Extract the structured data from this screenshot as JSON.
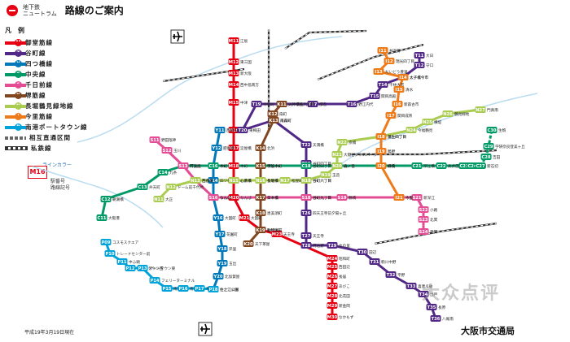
{
  "header": {
    "brand_line1": "地下鉄",
    "brand_line2": "ニュートラム",
    "title": "路線のご案内"
  },
  "legend": {
    "title": "凡　例",
    "items": [
      {
        "badge": "M",
        "name": "御堂筋線",
        "color": "#e60012"
      },
      {
        "badge": "T",
        "name": "谷町線",
        "color": "#522886"
      },
      {
        "badge": "Y",
        "name": "四つ橋線",
        "color": "#0078ba"
      },
      {
        "badge": "C",
        "name": "中央線",
        "color": "#019a66"
      },
      {
        "badge": "S",
        "name": "千日前線",
        "color": "#e44d93"
      },
      {
        "badge": "K",
        "name": "堺筋線",
        "color": "#814721"
      },
      {
        "badge": "N",
        "name": "長堀鶴見緑地線",
        "color": "#a9cc51"
      },
      {
        "badge": "I",
        "name": "今里筋線",
        "color": "#ee7b1a"
      },
      {
        "badge": "P",
        "name": "南港ポートタウン線",
        "color": "#00a3d9"
      },
      {
        "badge": "",
        "name": "相互直通区間",
        "color": "#666666"
      },
      {
        "badge": "",
        "name": "私鉄線",
        "color": "#333333"
      }
    ],
    "line_color_label": "ラインカラー",
    "sample_station_code": "M16",
    "sample_caption_1": "駅番号",
    "sample_caption_2": "路線記号"
  },
  "map": {
    "stations": [
      {
        "code": "M11",
        "name": "江坂"
      },
      {
        "code": "M12",
        "name": "東三国"
      },
      {
        "code": "M13",
        "name": "新大阪"
      },
      {
        "code": "M14",
        "name": "西中島南方"
      },
      {
        "code": "M15",
        "name": "中津"
      },
      {
        "code": "M16",
        "name": "梅田"
      },
      {
        "code": "M17",
        "name": "淀屋橋"
      },
      {
        "code": "M18",
        "name": "本町"
      },
      {
        "code": "M19",
        "name": "心斎橋"
      },
      {
        "code": "M20",
        "name": "なんば"
      },
      {
        "code": "M21",
        "name": "大国町"
      },
      {
        "code": "M22",
        "name": "動物園前"
      },
      {
        "code": "M23",
        "name": "天王寺"
      },
      {
        "code": "M24",
        "name": "昭和町"
      },
      {
        "code": "M25",
        "name": "西田辺"
      },
      {
        "code": "M26",
        "name": "長居"
      },
      {
        "code": "M27",
        "name": "あびこ"
      },
      {
        "code": "M28",
        "name": "北花田"
      },
      {
        "code": "M29",
        "name": "新金岡"
      },
      {
        "code": "M30",
        "name": "なかもず"
      },
      {
        "code": "T11",
        "name": "大日"
      },
      {
        "code": "T12",
        "name": "守口"
      },
      {
        "code": "T13",
        "name": "太子橋今市"
      },
      {
        "code": "T14",
        "name": "千林大宮"
      },
      {
        "code": "T15",
        "name": "関目高殿"
      },
      {
        "code": "T16",
        "name": "野江内代"
      },
      {
        "code": "T17",
        "name": "都島"
      },
      {
        "code": "T18",
        "name": "天神橋筋六丁目"
      },
      {
        "code": "T19",
        "name": "中崎町"
      },
      {
        "code": "T20",
        "name": "東梅田"
      },
      {
        "code": "T21",
        "name": "南森町"
      },
      {
        "code": "T22",
        "name": "天満橋"
      },
      {
        "code": "T23",
        "name": "谷町四丁目"
      },
      {
        "code": "T24",
        "name": "谷町六丁目"
      },
      {
        "code": "T25",
        "name": "谷町九丁目"
      },
      {
        "code": "T26",
        "name": "四天王寺前夕陽ヶ丘"
      },
      {
        "code": "T27",
        "name": "天王寺"
      },
      {
        "code": "T28",
        "name": "阿倍野"
      },
      {
        "code": "T29",
        "name": "文の里"
      },
      {
        "code": "T30",
        "name": "田辺"
      },
      {
        "code": "T31",
        "name": "駒川中野"
      },
      {
        "code": "T32",
        "name": "平野"
      },
      {
        "code": "T33",
        "name": "喜連瓜破"
      },
      {
        "code": "T34",
        "name": "出戸"
      },
      {
        "code": "T35",
        "name": "長原"
      },
      {
        "code": "T36",
        "name": "八尾南"
      },
      {
        "code": "Y11",
        "name": "西梅田"
      },
      {
        "code": "Y12",
        "name": "肥後橋"
      },
      {
        "code": "Y13",
        "name": "本町"
      },
      {
        "code": "Y14",
        "name": "四ツ橋"
      },
      {
        "code": "Y15",
        "name": "なんば"
      },
      {
        "code": "Y16",
        "name": "大国町"
      },
      {
        "code": "Y17",
        "name": "花園町"
      },
      {
        "code": "Y18",
        "name": "岸里"
      },
      {
        "code": "Y19",
        "name": "玉出"
      },
      {
        "code": "Y20",
        "name": "北加賀屋"
      },
      {
        "code": "Y21",
        "name": "住之江公園"
      },
      {
        "code": "C11",
        "name": "大阪港"
      },
      {
        "code": "C12",
        "name": "朝潮橋"
      },
      {
        "code": "C13",
        "name": "弁天町"
      },
      {
        "code": "C14",
        "name": "九条"
      },
      {
        "code": "C15",
        "name": "阿波座"
      },
      {
        "code": "C16",
        "name": "本町"
      },
      {
        "code": "C17",
        "name": "堺筋本町"
      },
      {
        "code": "C18",
        "name": "谷町四丁目"
      },
      {
        "code": "C19",
        "name": "森ノ宮"
      },
      {
        "code": "C20",
        "name": "緑橋"
      },
      {
        "code": "C21",
        "name": "深江橋"
      },
      {
        "code": "C22",
        "name": "高井田"
      },
      {
        "code": "C23",
        "name": "長田"
      },
      {
        "code": "S11",
        "name": "野田阪神"
      },
      {
        "code": "S12",
        "name": "玉川"
      },
      {
        "code": "S13",
        "name": "阿波座"
      },
      {
        "code": "S14",
        "name": "西長堀"
      },
      {
        "code": "S16",
        "name": "なんば"
      },
      {
        "code": "S17",
        "name": "日本橋"
      },
      {
        "code": "S18",
        "name": "谷町九丁目"
      },
      {
        "code": "S19",
        "name": "鶴橋"
      },
      {
        "code": "S20",
        "name": "今里"
      },
      {
        "code": "S21",
        "name": "新深江"
      },
      {
        "code": "S22",
        "name": "小路"
      },
      {
        "code": "S23",
        "name": "北巽"
      },
      {
        "code": "S24",
        "name": "南巽"
      },
      {
        "code": "K11",
        "name": "天神橋筋六丁目"
      },
      {
        "code": "K12",
        "name": "扇町"
      },
      {
        "code": "K13",
        "name": "南森町"
      },
      {
        "code": "K14",
        "name": "北浜"
      },
      {
        "code": "K15",
        "name": "堺筋本町"
      },
      {
        "code": "K16",
        "name": "長堀橋"
      },
      {
        "code": "K17",
        "name": "日本橋"
      },
      {
        "code": "K18",
        "name": "恵美須町"
      },
      {
        "code": "K19",
        "name": "動物園前"
      },
      {
        "code": "K20",
        "name": "天下茶屋"
      },
      {
        "code": "N11",
        "name": "大正"
      },
      {
        "code": "N12",
        "name": "ドーム前千代崎"
      },
      {
        "code": "N13",
        "name": "西長堀"
      },
      {
        "code": "N15",
        "name": "心斎橋"
      },
      {
        "code": "N16",
        "name": "長堀橋"
      },
      {
        "code": "N17",
        "name": "松屋町"
      },
      {
        "code": "N18",
        "name": "谷町六丁目"
      },
      {
        "code": "N19",
        "name": "玉造"
      },
      {
        "code": "N20",
        "name": "森ノ宮"
      },
      {
        "code": "N21",
        "name": "大阪ビジネスパーク"
      },
      {
        "code": "N22",
        "name": "京橋"
      },
      {
        "code": "N23",
        "name": "蒲生四丁目"
      },
      {
        "code": "N24",
        "name": "今福鶴見"
      },
      {
        "code": "N25",
        "name": "横堤"
      },
      {
        "code": "N26",
        "name": "鶴見緑地"
      },
      {
        "code": "N27",
        "name": "門真南"
      },
      {
        "code": "I11",
        "name": "井高野"
      },
      {
        "code": "I12",
        "name": "瑞光四丁目"
      },
      {
        "code": "I13",
        "name": "だいどう豊里"
      },
      {
        "code": "I14",
        "name": "太子橋今市"
      },
      {
        "code": "I15",
        "name": "清水"
      },
      {
        "code": "I16",
        "name": "新森古市"
      },
      {
        "code": "I17",
        "name": "関目成育"
      },
      {
        "code": "I18",
        "name": "蒲生四丁目"
      },
      {
        "code": "I19",
        "name": "鴫野"
      },
      {
        "code": "I20",
        "name": "緑橋"
      },
      {
        "code": "I21",
        "name": "今里"
      },
      {
        "code": "P09",
        "name": "コスモスクエア"
      },
      {
        "code": "P10",
        "name": "トレードセンター前"
      },
      {
        "code": "P11",
        "name": "中ふ頭"
      },
      {
        "code": "P12",
        "name": "ポートタウン西"
      },
      {
        "code": "P13",
        "name": "ポートタウン東"
      },
      {
        "code": "P14",
        "name": "フェリーターミナル"
      },
      {
        "code": "P15",
        "name": "南港東"
      },
      {
        "code": "P16",
        "name": "南港口"
      },
      {
        "code": "P17",
        "name": "平林"
      },
      {
        "code": "P18",
        "name": "住之江公園"
      },
      {
        "code": "C24",
        "name": "長田"
      },
      {
        "code": "C27",
        "name": "新石切"
      },
      {
        "code": "C28",
        "name": "吉田"
      },
      {
        "code": "C29",
        "name": "学研奈良登美ヶ丘"
      },
      {
        "code": "C30",
        "name": "生駒"
      }
    ]
  },
  "footer": {
    "date_text": "平成19年3月19日現在",
    "org_name": "大阪市交通局",
    "watermark": "大众点评"
  }
}
